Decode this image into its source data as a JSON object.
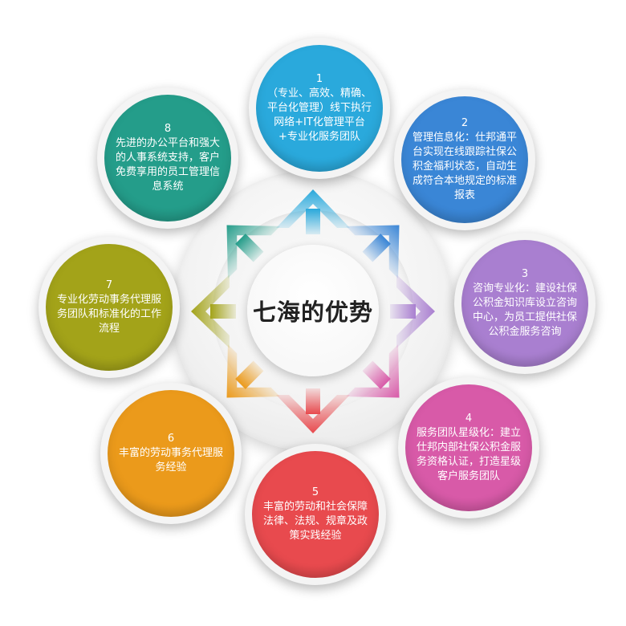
{
  "center": {
    "title": "七海的优势"
  },
  "nodes": [
    {
      "num": "1",
      "text": "（专业、高效、精确、平台化管理）线下执行网络+IT化管理平台+专业化服务团队",
      "color": "#2aa9dc"
    },
    {
      "num": "2",
      "text": "管理信息化：仕邦通平台实现在线跟踪社保公积金福利状态，自动生成符合本地规定的标准报表",
      "color": "#3a86d6"
    },
    {
      "num": "3",
      "text": "咨询专业化：建设社保公积金知识库设立咨询中心，为员工提供社保公积金服务咨询",
      "color": "#a97fd0"
    },
    {
      "num": "4",
      "text": "服务团队星级化：建立仕邦内部社保公积金服务资格认证，打造星级客户服务团队",
      "color": "#d85aa8"
    },
    {
      "num": "5",
      "text": "丰富的劳动和社会保障法律、法规、规章及政策实践经验",
      "color": "#e84a4e"
    },
    {
      "num": "6",
      "text": "丰富的劳动事务代理服务经验",
      "color": "#eb9a1b"
    },
    {
      "num": "7",
      "text": "专业化劳动事务代理服务团队和标准化的工作流程",
      "color": "#a3a319"
    },
    {
      "num": "8",
      "text": "先进的办公平台和强大的人事系统支持，客户免费享用的员工管理信息系统",
      "color": "#249d8a"
    }
  ],
  "arrows": [
    {
      "name": "arrow-up-icon",
      "color": "#2aa9dc"
    },
    {
      "name": "arrow-up-right-icon",
      "color": "#3a86d6"
    },
    {
      "name": "arrow-right-icon",
      "color": "#a97fd0"
    },
    {
      "name": "arrow-down-right-icon",
      "color": "#d85aa8"
    },
    {
      "name": "arrow-down-icon",
      "color": "#e84a4e"
    },
    {
      "name": "arrow-down-left-icon",
      "color": "#eb9a1b"
    },
    {
      "name": "arrow-left-icon",
      "color": "#a3a319"
    },
    {
      "name": "arrow-up-left-icon",
      "color": "#249d8a"
    }
  ]
}
